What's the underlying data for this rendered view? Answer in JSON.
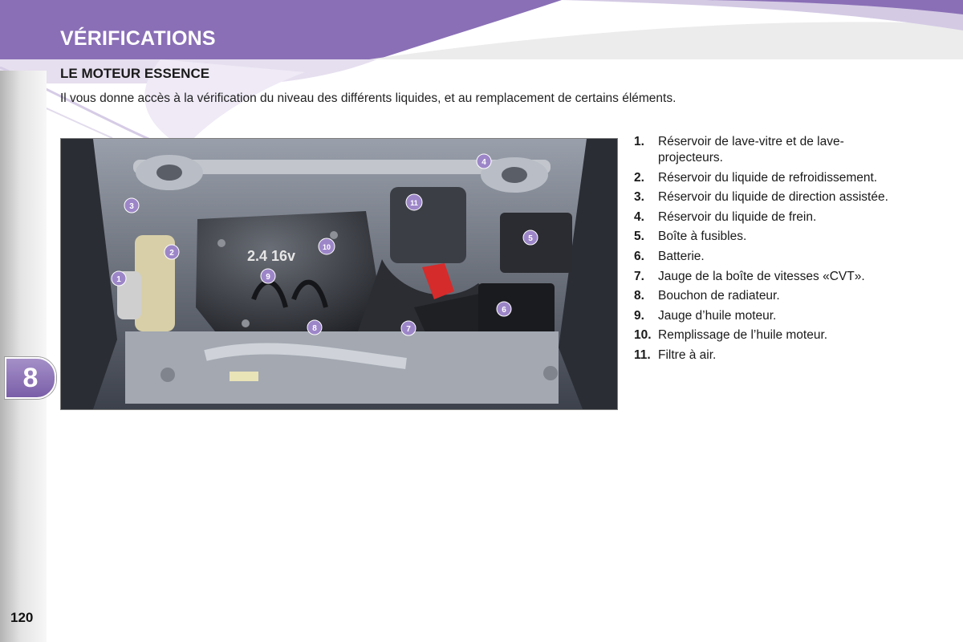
{
  "header": {
    "section_title": "VÉRIFICATIONS",
    "accent_color": "#8a6fb6"
  },
  "subtitle": "LE MOTEUR ESSENCE",
  "intro": "Il vous donne accès à la vérification du niveau des différents liquides, et au remplacement de certains éléments.",
  "chapter_tab": "8",
  "photo": {
    "engine_badge": "2.4 16v",
    "markers": [
      "1",
      "2",
      "3",
      "4",
      "5",
      "6",
      "7",
      "8",
      "9",
      "10",
      "11"
    ]
  },
  "legend": [
    {
      "num": "1.",
      "text": "Réservoir de lave-vitre et de lave-projecteurs."
    },
    {
      "num": "2.",
      "text": "Réservoir du liquide de refroidissement."
    },
    {
      "num": "3.",
      "text": "Réservoir du liquide de direction assistée."
    },
    {
      "num": "4.",
      "text": "Réservoir du liquide de frein."
    },
    {
      "num": "5.",
      "text": "Boîte à fusibles."
    },
    {
      "num": "6.",
      "text": "Batterie."
    },
    {
      "num": "7.",
      "text": "Jauge de la boîte de vitesses «CVT»."
    },
    {
      "num": "8.",
      "text": "Bouchon de radiateur."
    },
    {
      "num": "9.",
      "text": "Jauge d’huile moteur."
    },
    {
      "num": "10.",
      "text": "Remplissage de l’huile moteur."
    },
    {
      "num": "11.",
      "text": "Filtre à air."
    }
  ],
  "page_number": "120"
}
